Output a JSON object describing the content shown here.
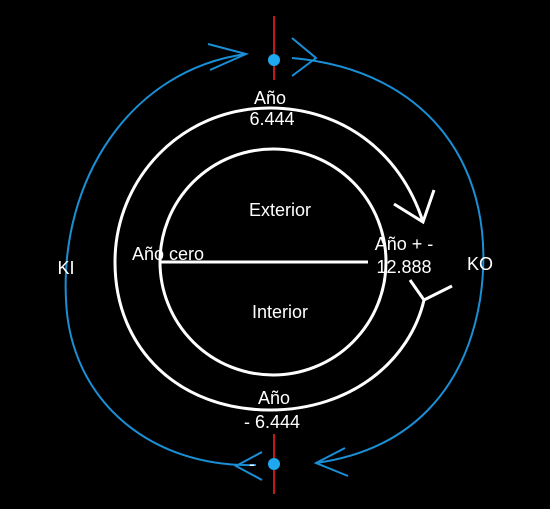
{
  "labels": {
    "year_top_line1": "Año",
    "year_top_line2": "6.444",
    "exterior": "Exterior",
    "year_zero": "Año cero",
    "year_right_line1": "Año + -",
    "year_right_line2": "12.888",
    "interior": "Interior",
    "year_bottom_line1": "Año",
    "year_bottom_line2": "- 6.444",
    "ki": "KI",
    "ko": "KO",
    "minus": "-"
  },
  "colors": {
    "background": "#000000",
    "white_lines": "#ffffff",
    "blue_lines": "#1b8fd6",
    "red_axis": "#c0181a",
    "dot": "#1ea8f0"
  }
}
